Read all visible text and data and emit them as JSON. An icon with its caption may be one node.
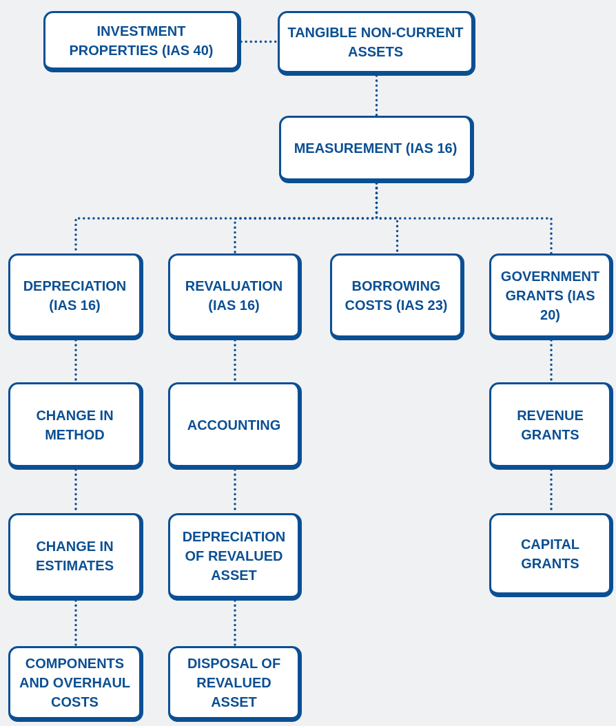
{
  "diagram": {
    "nodes": [
      {
        "text": [
          "INVESTMENT PROPERTIES (IAS 40)"
        ]
      },
      {
        "text": [
          "TANGIBLE NON-CURRENT ASSETS"
        ]
      },
      {
        "text": [
          "MEASUREMENT (IAS 16)"
        ]
      },
      {
        "text": [
          "DEPRECIATION (IAS 16)"
        ]
      },
      {
        "text": [
          "REVALUATION (IAS 16)"
        ]
      },
      {
        "text": [
          "BORROWING COSTS (IAS 23)"
        ]
      },
      {
        "text": [
          "GOVERNMENT GRANTS (IAS 20)"
        ]
      },
      {
        "text": [
          "CHANGE IN METHOD"
        ]
      },
      {
        "text": [
          "ACCOUNTING"
        ]
      },
      {
        "text": [
          "REVENUE GRANTS"
        ]
      },
      {
        "text": [
          "CHANGE IN ESTIMATES"
        ]
      },
      {
        "text": [
          "DEPRECIATION OF REVALUED ASSET"
        ]
      },
      {
        "text": [
          "CAPITAL GRANTS"
        ]
      },
      {
        "text": [
          "COMPONENTS AND OVERHAUL COSTS"
        ]
      },
      {
        "text": [
          "DISPOSAL OF REVALUED ASSET"
        ]
      }
    ],
    "edges": [
      {
        "from": 0,
        "to": 1,
        "arrow": "none"
      },
      {
        "from": 1,
        "to": 2,
        "arrow": "none"
      },
      {
        "from": 2,
        "to": 3,
        "arrow": "none"
      },
      {
        "from": 2,
        "to": 4,
        "arrow": "none"
      },
      {
        "from": 2,
        "to": 5,
        "arrow": "none"
      },
      {
        "from": 2,
        "to": 6,
        "arrow": "none"
      },
      {
        "from": 3,
        "to": 7,
        "arrow": "none"
      },
      {
        "from": 7,
        "to": 10,
        "arrow": "none"
      },
      {
        "from": 10,
        "to": 13,
        "arrow": "none"
      },
      {
        "from": 4,
        "to": 8,
        "arrow": "none"
      },
      {
        "from": 8,
        "to": 11,
        "arrow": "none"
      },
      {
        "from": 11,
        "to": 14,
        "arrow": "none"
      },
      {
        "from": 6,
        "to": 9,
        "arrow": "none"
      },
      {
        "from": 9,
        "to": 12,
        "arrow": "none"
      }
    ]
  }
}
